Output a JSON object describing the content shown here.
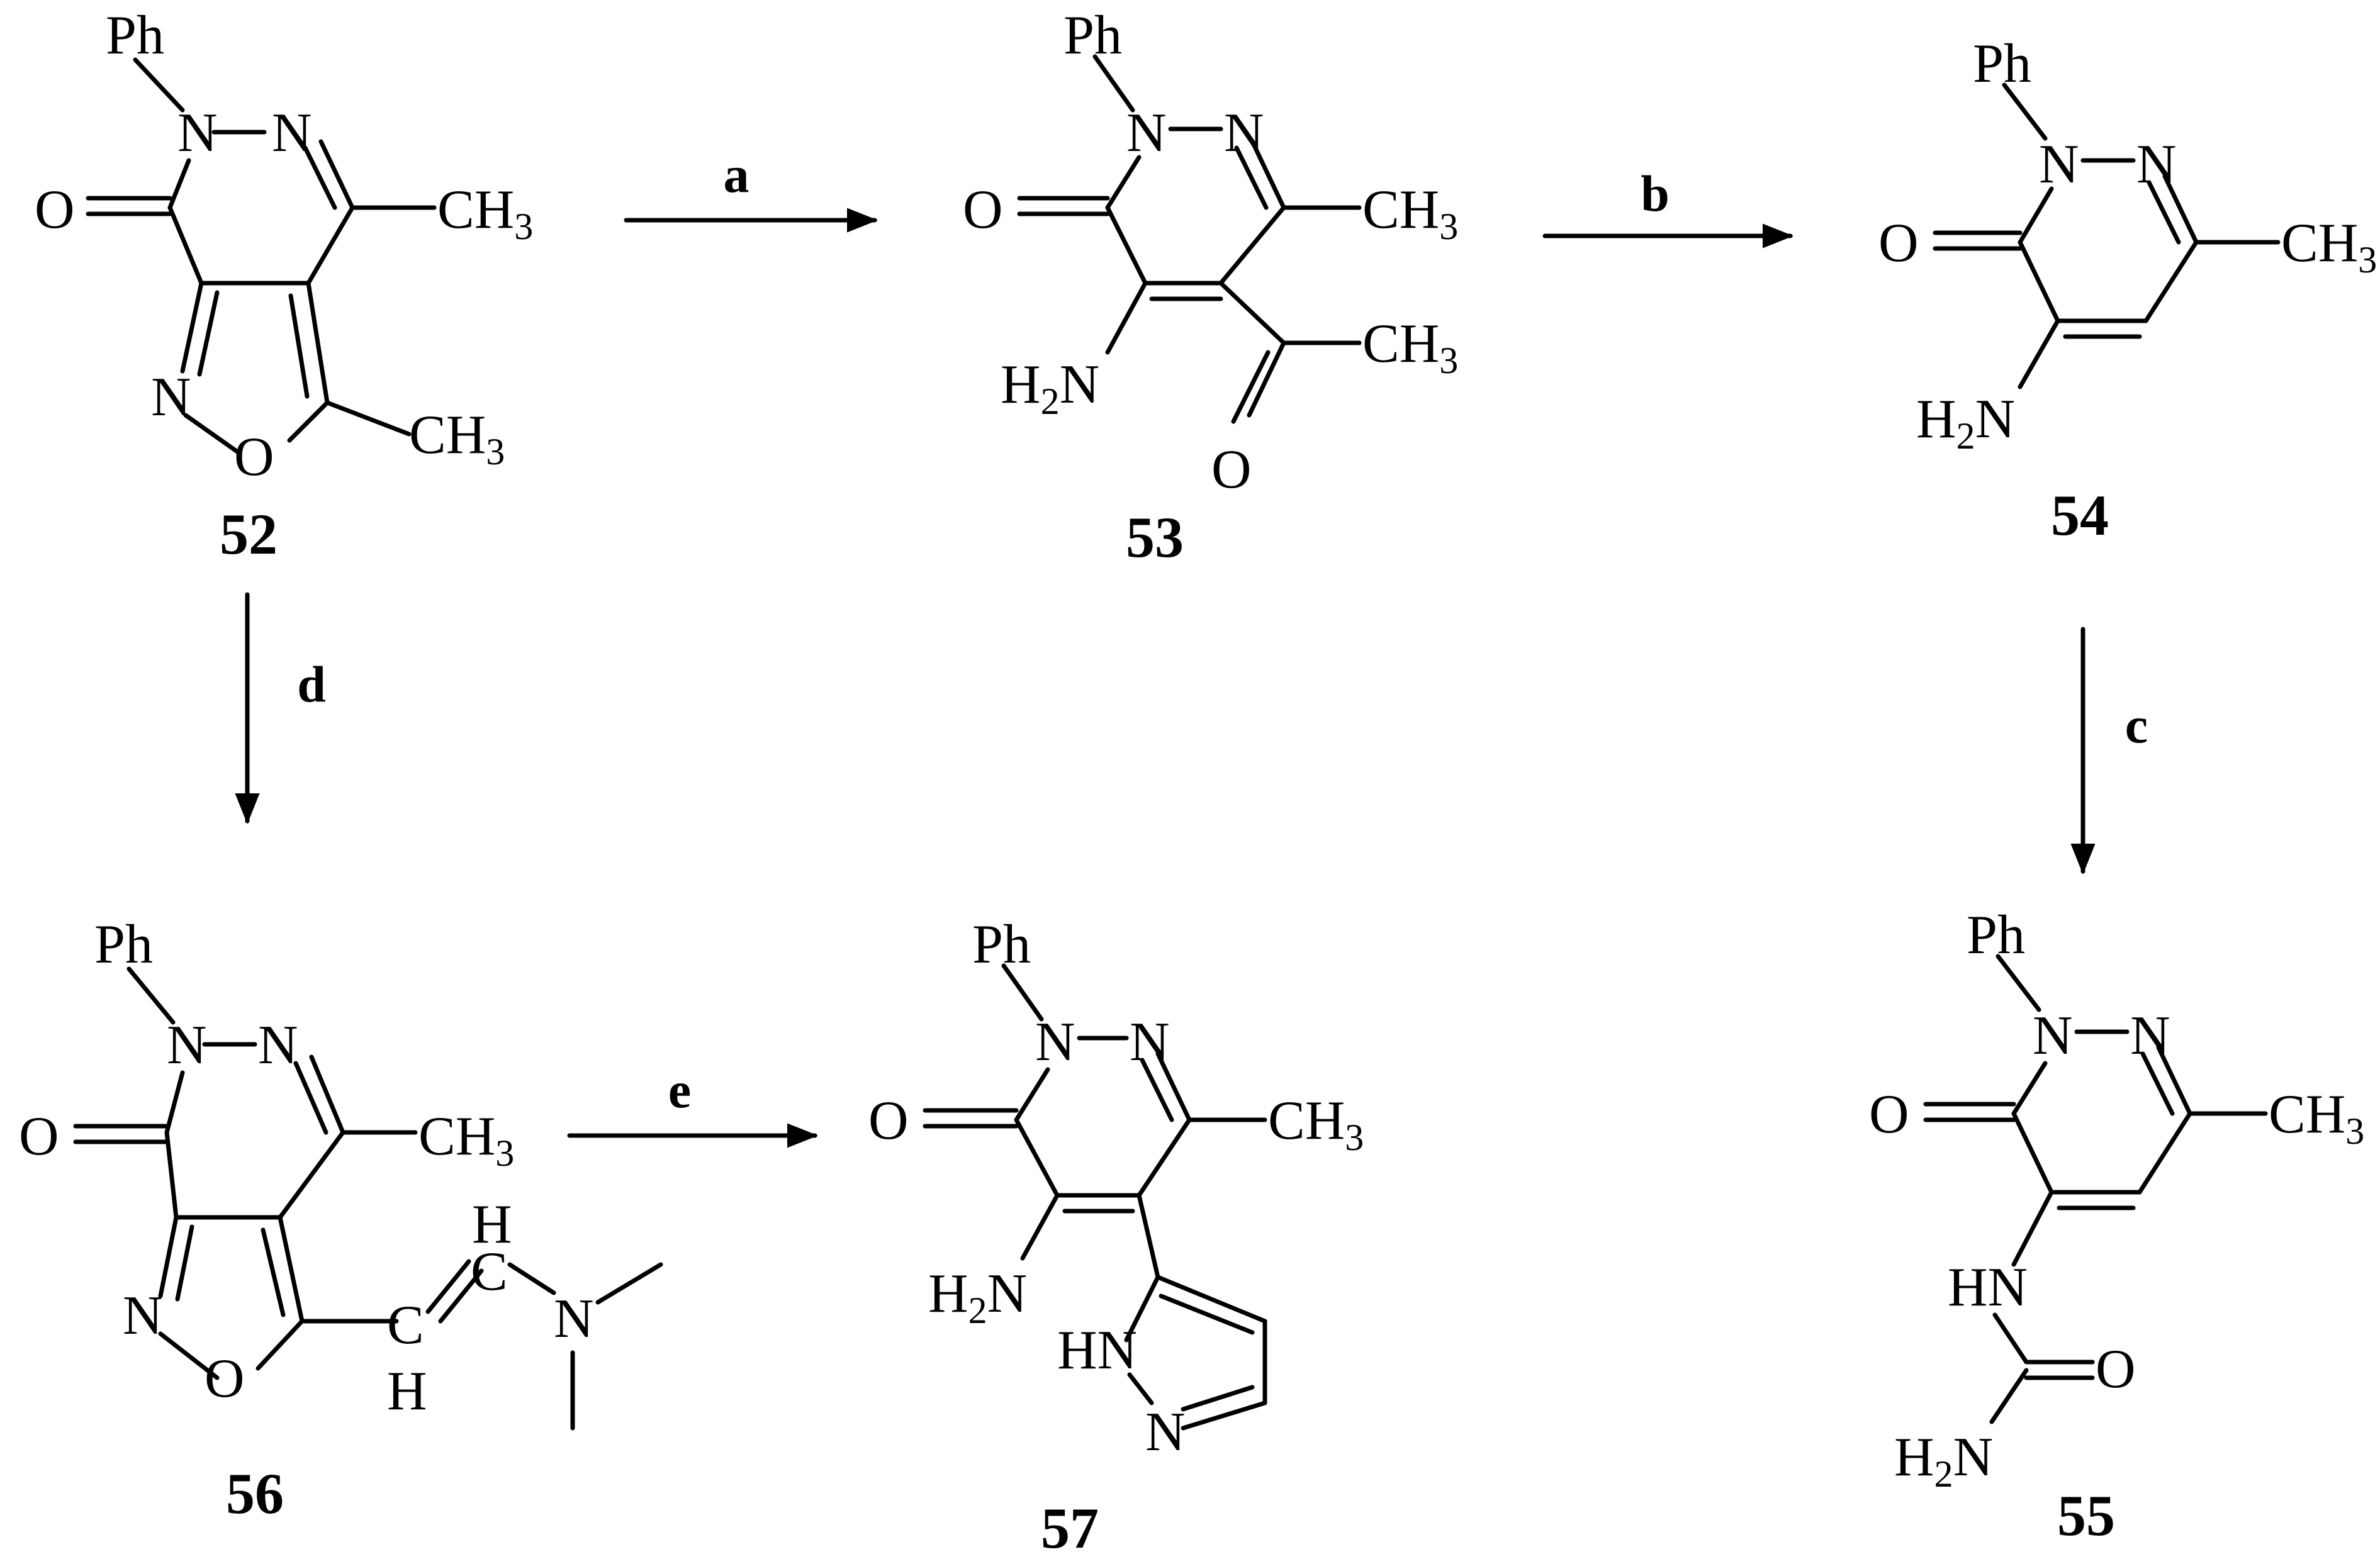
{
  "labels": {
    "ph": "Ph",
    "n": "N",
    "o": "O",
    "ch": "CH",
    "sub3": "3",
    "h": "H",
    "sub2": "2",
    "hn": "HN",
    "c": "C"
  },
  "compounds": [
    "52",
    "53",
    "54",
    "55",
    "56",
    "57"
  ],
  "reagents": [
    "a",
    "b",
    "c",
    "d",
    "e"
  ]
}
